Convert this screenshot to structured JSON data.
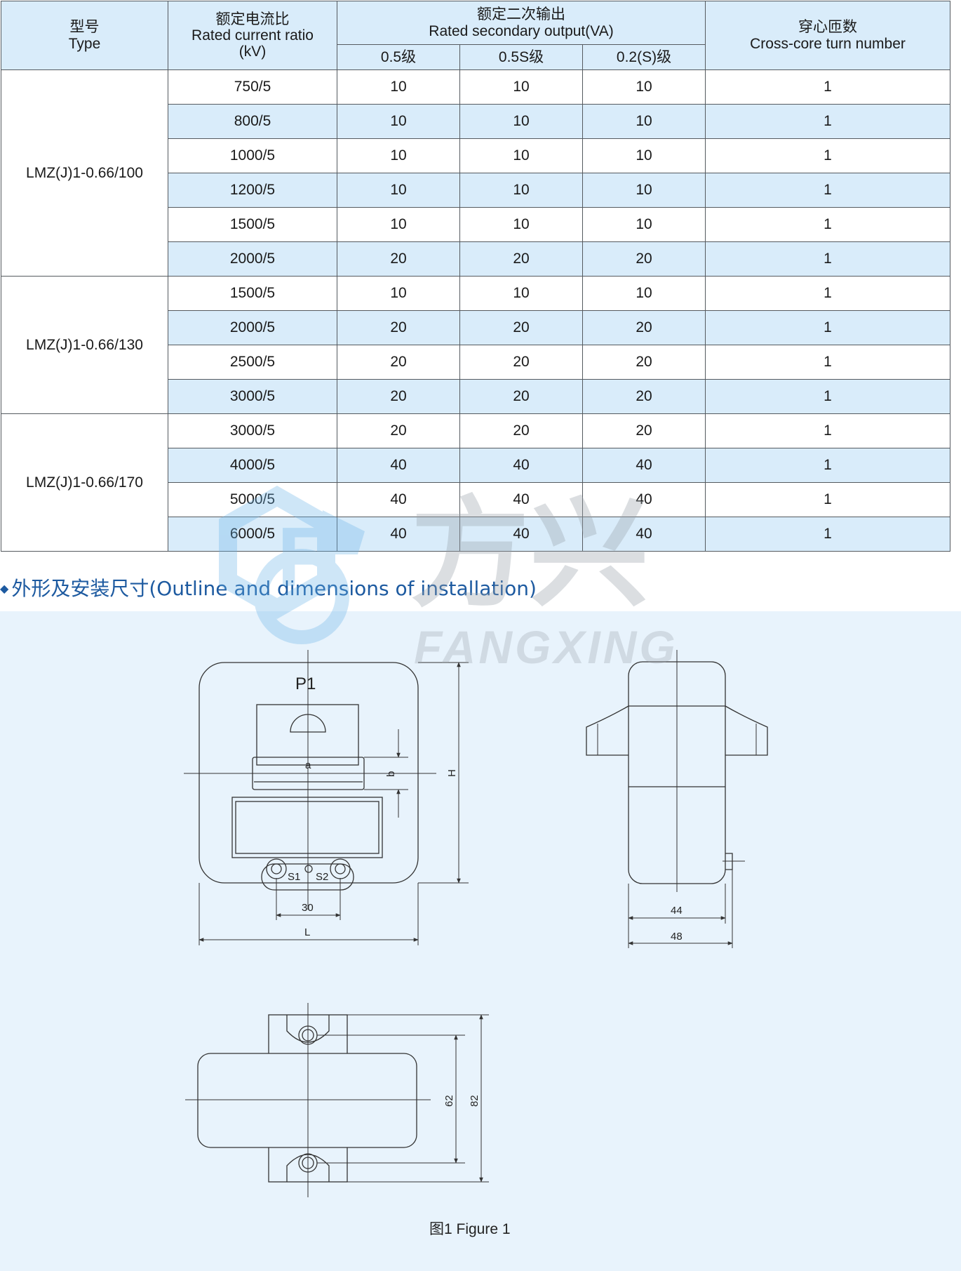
{
  "table": {
    "headers": {
      "type_zh": "型号",
      "type_en": "Type",
      "ratio_zh": "额定电流比",
      "ratio_en": "Rated current ratio",
      "ratio_unit": "(kV)",
      "output_zh": "额定二次输出",
      "output_en": "Rated secondary output(VA)",
      "class_05": "0.5级",
      "class_05s": "0.5S级",
      "class_02s": "0.2(S)级",
      "turns_zh": "穿心匝数",
      "turns_en": "Cross-core turn number"
    },
    "groups": [
      {
        "type": "LMZ(J)1-0.66/100",
        "rows": [
          {
            "ratio": "750/5",
            "c05": "10",
            "c05s": "10",
            "c02s": "10",
            "turns": "1"
          },
          {
            "ratio": "800/5",
            "c05": "10",
            "c05s": "10",
            "c02s": "10",
            "turns": "1"
          },
          {
            "ratio": "1000/5",
            "c05": "10",
            "c05s": "10",
            "c02s": "10",
            "turns": "1"
          },
          {
            "ratio": "1200/5",
            "c05": "10",
            "c05s": "10",
            "c02s": "10",
            "turns": "1"
          },
          {
            "ratio": "1500/5",
            "c05": "10",
            "c05s": "10",
            "c02s": "10",
            "turns": "1"
          },
          {
            "ratio": "2000/5",
            "c05": "20",
            "c05s": "20",
            "c02s": "20",
            "turns": "1"
          }
        ]
      },
      {
        "type": "LMZ(J)1-0.66/130",
        "rows": [
          {
            "ratio": "1500/5",
            "c05": "10",
            "c05s": "10",
            "c02s": "10",
            "turns": "1"
          },
          {
            "ratio": "2000/5",
            "c05": "20",
            "c05s": "20",
            "c02s": "20",
            "turns": "1"
          },
          {
            "ratio": "2500/5",
            "c05": "20",
            "c05s": "20",
            "c02s": "20",
            "turns": "1"
          },
          {
            "ratio": "3000/5",
            "c05": "20",
            "c05s": "20",
            "c02s": "20",
            "turns": "1"
          }
        ]
      },
      {
        "type": "LMZ(J)1-0.66/170",
        "rows": [
          {
            "ratio": "3000/5",
            "c05": "20",
            "c05s": "20",
            "c02s": "20",
            "turns": "1"
          },
          {
            "ratio": "4000/5",
            "c05": "40",
            "c05s": "40",
            "c02s": "40",
            "turns": "1"
          },
          {
            "ratio": "5000/5",
            "c05": "40",
            "c05s": "40",
            "c02s": "40",
            "turns": "1"
          },
          {
            "ratio": "6000/5",
            "c05": "40",
            "c05s": "40",
            "c02s": "40",
            "turns": "1"
          }
        ]
      }
    ]
  },
  "section": {
    "bullet": "◆",
    "title": "外形及安装尺寸(Outline and dimensions of installation)"
  },
  "watermark": {
    "brand_zh": "方兴",
    "brand_en": "FANGXING",
    "logo_letter": "F"
  },
  "drawing": {
    "front": {
      "terminal": "P1",
      "dim_a": "a",
      "dim_b": "b",
      "dim_h": "H",
      "dim_30": "30",
      "dim_l": "L",
      "s1": "S1",
      "s2": "S2"
    },
    "side": {
      "dim_44": "44",
      "dim_48": "48"
    },
    "top": {
      "dim_62": "62",
      "dim_82": "82"
    },
    "caption": "图1 Figure 1"
  },
  "colors": {
    "header_bg": "#d9ecfa",
    "figure_bg": "#e8f3fc",
    "heading": "#1d5aa0",
    "watermark_blue": "#6ab4e8",
    "watermark_gray": "#9aa3ab"
  }
}
